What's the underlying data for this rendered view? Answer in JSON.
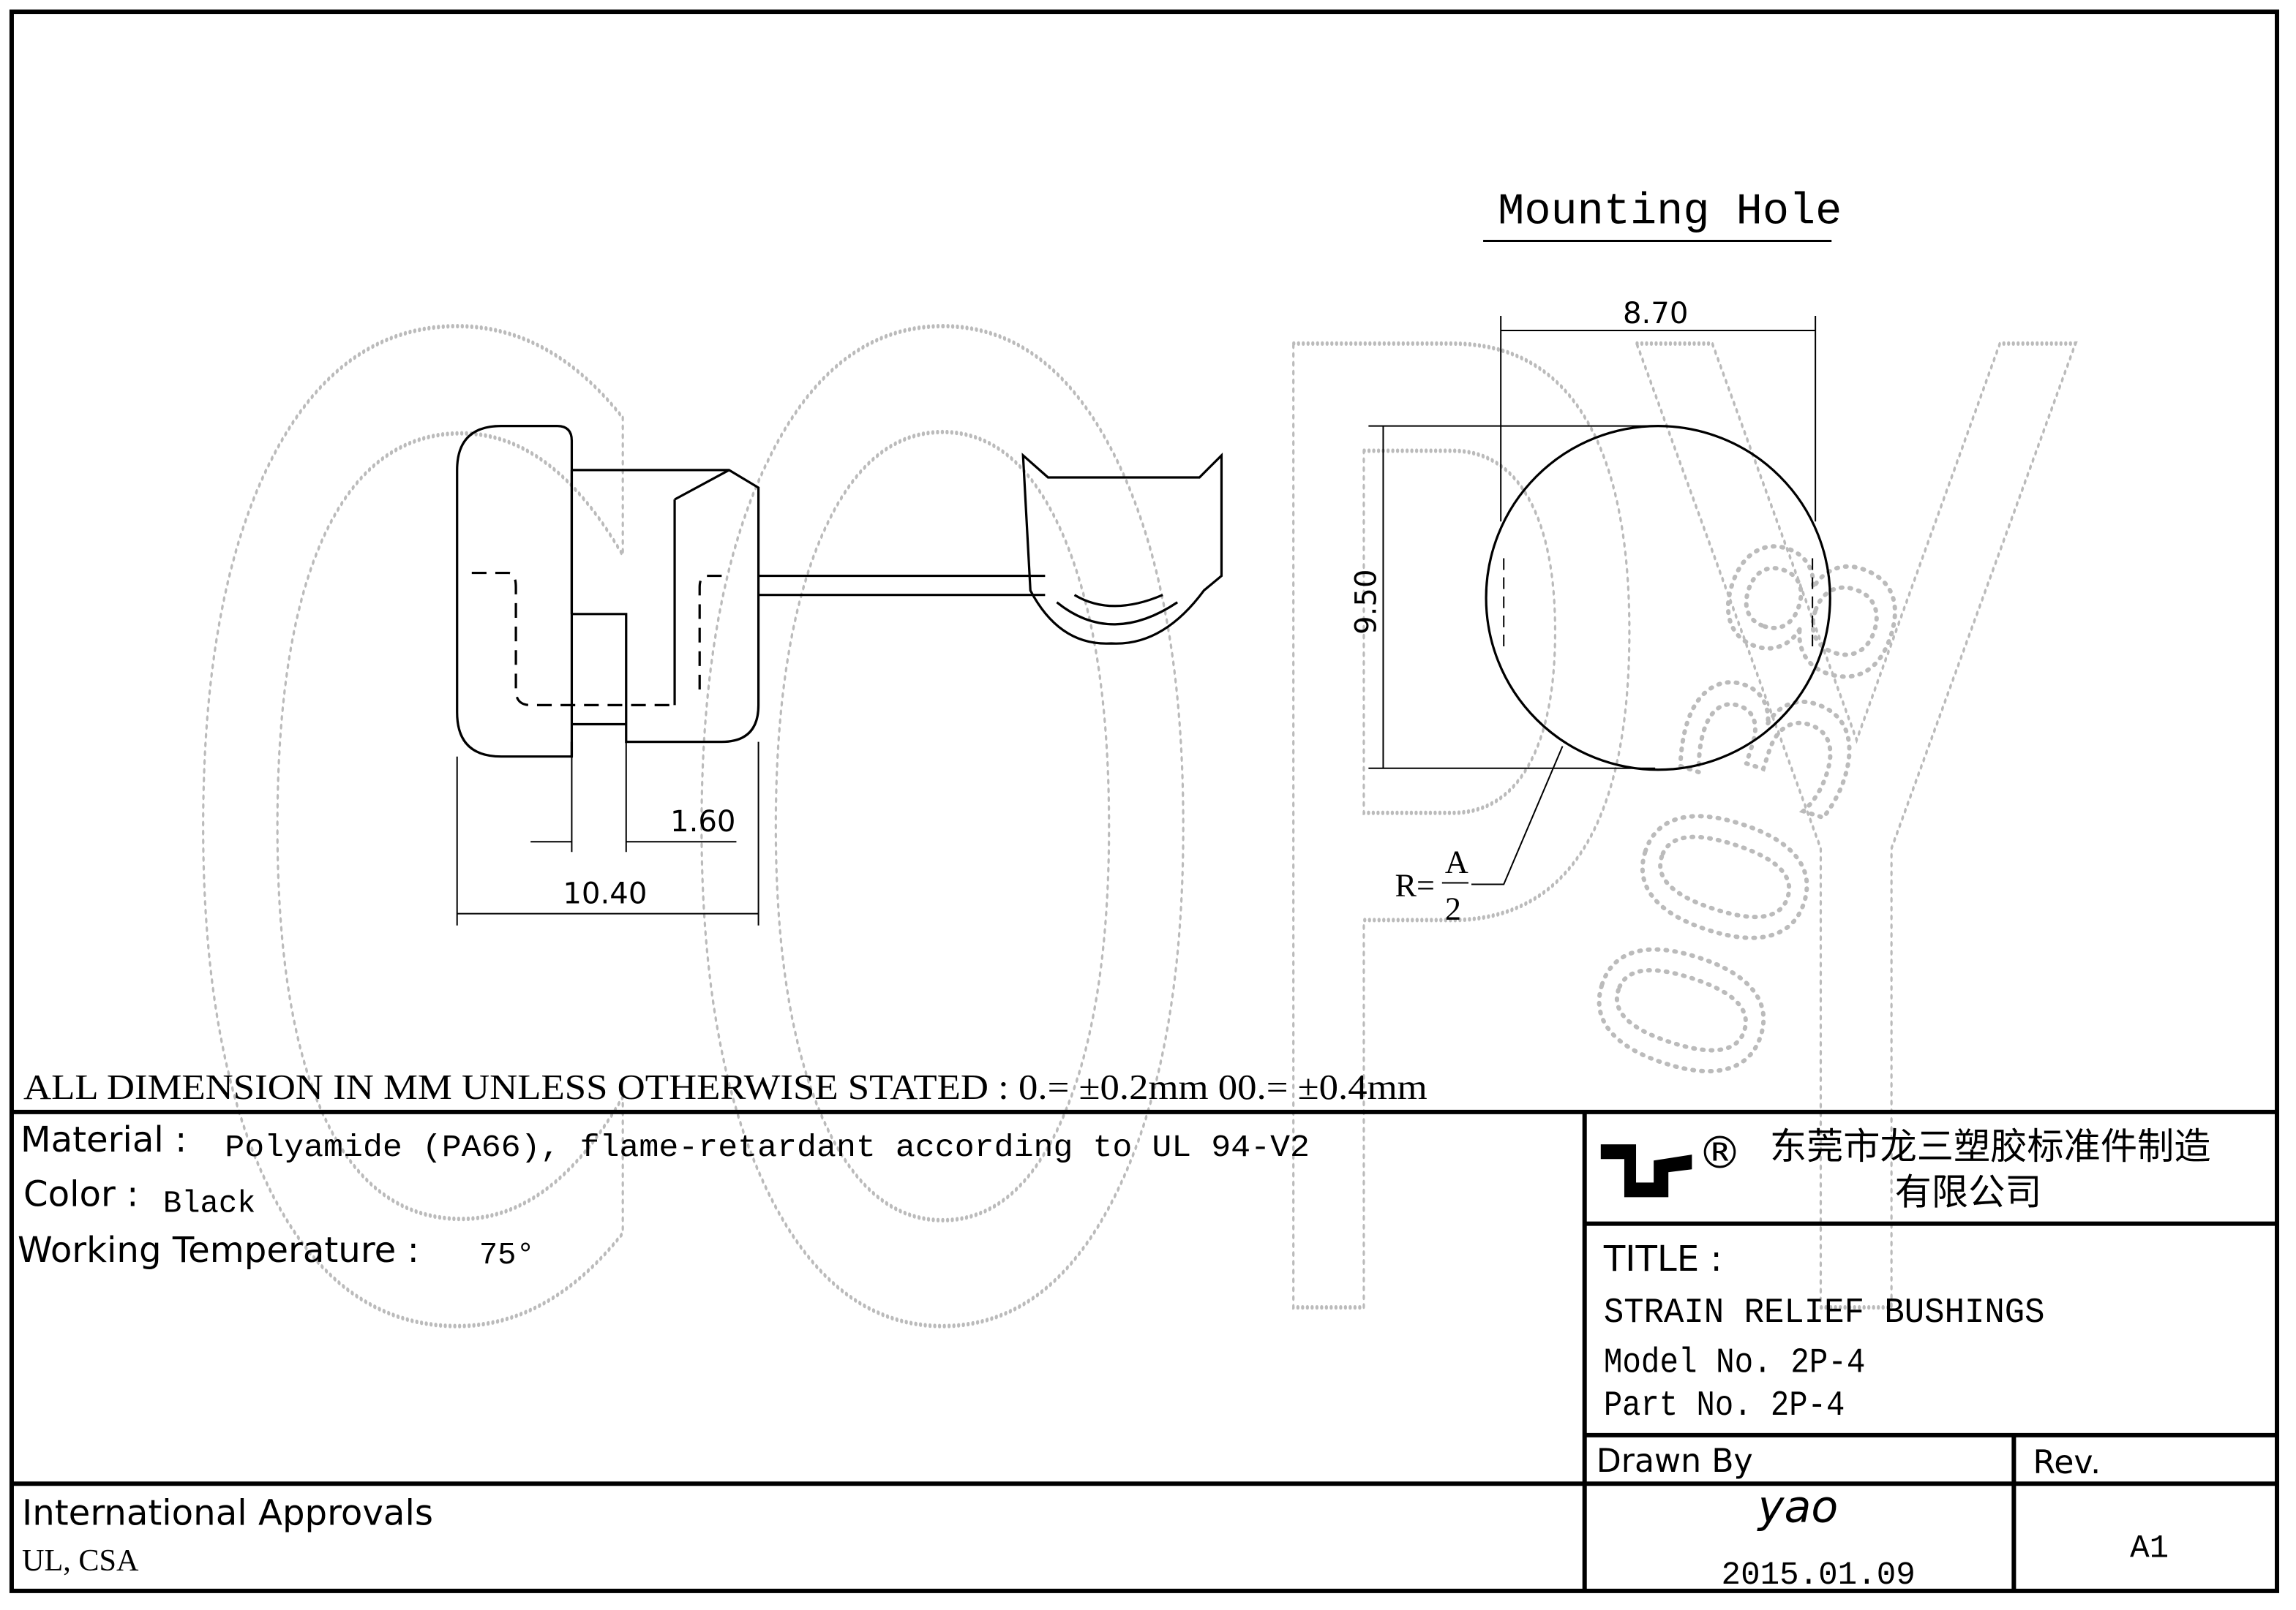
{
  "drawing": {
    "mounting_hole_label": "Mounting Hole",
    "dim_width": "8.70",
    "dim_height": "9.50",
    "dim_slot": "1.60",
    "dim_length": "10.40",
    "radius_prefix": "R=",
    "radius_num": "A",
    "radius_den": "2"
  },
  "watermark": {
    "text": "COPY",
    "number": "0038"
  },
  "tolerance_note": "ALL DIMENSION IN MM UNLESS OTHERWISE STATED  : 0.= ±0.2mm   00.= ±0.4mm",
  "specs": {
    "material_label": "Material :",
    "material_value": "Polyamide (PA66), flame-retardant according to UL 94-V2",
    "color_label": "Color :",
    "color_value": "Black",
    "temp_label": "Working Temperature :",
    "temp_value": "75°"
  },
  "approvals": {
    "label": "International Approvals",
    "value": "UL, CSA"
  },
  "title_block": {
    "company_line1": "东莞市龙三塑胶标准件制造",
    "company_line2": "有限公司",
    "registered": "®",
    "title_label": "TITLE  :",
    "title": "STRAIN RELIEF BUSHINGS",
    "model": "Model No. 2P-4",
    "part": "Part No. 2P-4",
    "drawn_by_label": "Drawn By",
    "drawn_by": "yao",
    "date": "2015.01.09",
    "rev_label": "Rev.",
    "rev": "A1"
  }
}
